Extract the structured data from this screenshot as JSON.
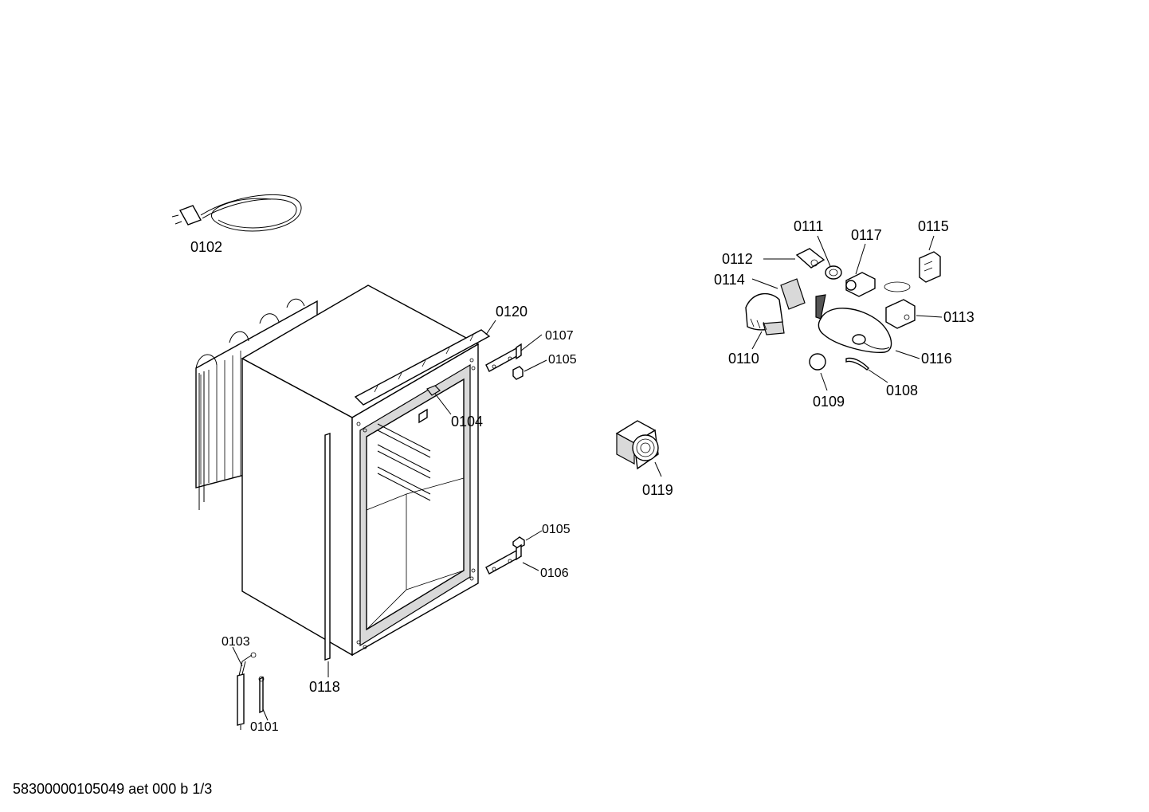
{
  "labels": {
    "p0101": "0101",
    "p0102": "0102",
    "p0103": "0103",
    "p0104": "0104",
    "p0105a": "0105",
    "p0105b": "0105",
    "p0106": "0106",
    "p0107": "0107",
    "p0108": "0108",
    "p0109": "0109",
    "p0110": "0110",
    "p0111": "0111",
    "p0112": "0112",
    "p0113": "0113",
    "p0114": "0114",
    "p0115": "0115",
    "p0116": "0116",
    "p0117": "0117",
    "p0118": "0118",
    "p0119": "0119",
    "p0120": "0120"
  },
  "footer": {
    "code": "58300000105049 aet 000 b 1/3"
  }
}
